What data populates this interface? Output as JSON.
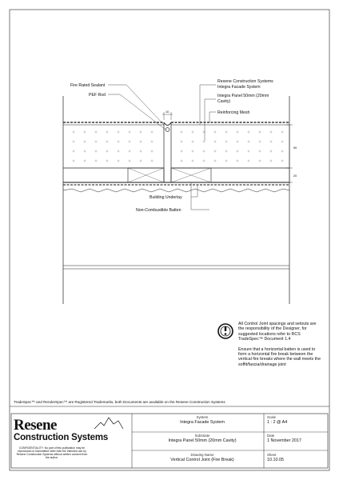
{
  "labels": {
    "fire_rated_sealant": "Fire Rated Sealant",
    "pef_rod": "PEF Rod",
    "system_line1": "Resene Construction Systems",
    "system_line2": "Integra Facade System",
    "panel_line1": "Integra Panel 50mm (20mm",
    "panel_line2": "Cavity)",
    "reinforcing_mesh": "Reinforcing Mesh",
    "building_underlay": "Building Underlay",
    "non_combustible_batten": "Non-Combustible Batten",
    "dim_joint": "10",
    "dim_panel": "50",
    "dim_cavity": "20"
  },
  "note": {
    "para1": "All Control Joint spacings and setouts are the responsibility of the Designer, for suggested locations refer to RCS TradeSpec™ Document 1.4",
    "para2": "Ensure that a horizontal batten is used to form a horizontal fire break between the vertical fire breaks where the wall meets the soffit/fascia/drainage joint"
  },
  "trademark": "TradeSpec™ and RenderSpec™ are Registered Trademarks, both Documents are available on the Resene Construction Systems",
  "title_block": {
    "logo_top": "Resene",
    "logo_bottom": "Construction Systems",
    "confidentiality": "CONFIDENTIALITY: No part of this publication may be reproduced or transmitted other than the intended use by Resene Construction Systems without written consent from the author.",
    "system_head": "System",
    "system_value": "Integra Facade System",
    "substrate_head": "Substrate",
    "substrate_value": "Integra Panel 50mm (20mm Cavity)",
    "drawing_head": "Drawing Name",
    "drawing_value": "Vertical Control Joint (Fire Break)",
    "scale_head": "Scale",
    "scale_value": "1 : 2 @ A4",
    "date_head": "Date",
    "date_value": "1 November 2017",
    "sheet_head": "Sheet",
    "sheet_value": "10.10.05"
  },
  "colors": {
    "line": "#111111",
    "hatch": "#555555"
  }
}
